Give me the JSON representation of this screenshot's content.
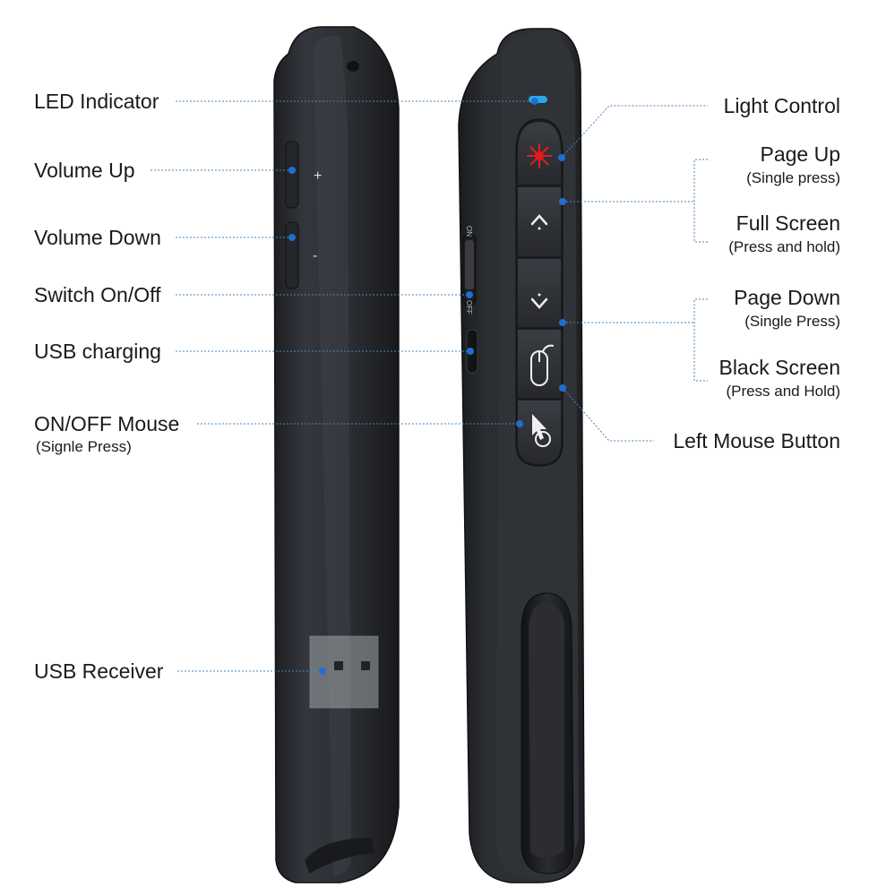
{
  "left_device": {
    "labels": {
      "led_indicator": "LED Indicator",
      "volume_up": "Volume Up",
      "volume_down": "Volume Down",
      "switch": "Switch On/Off",
      "usb_charging": "USB charging",
      "onoff_mouse": "ON/OFF Mouse",
      "onoff_mouse_note": "(Signle Press)",
      "usb_receiver": "USB Receiver"
    },
    "button_marks": {
      "plus": "+",
      "minus": "-"
    },
    "switch_marks": {
      "on": "ON",
      "off": "OFF"
    }
  },
  "right_device": {
    "labels": {
      "light_control": "Light Control",
      "page_up": "Page Up",
      "page_up_note": "(Single press)",
      "full_screen": "Full Screen",
      "full_screen_note": "(Press and hold)",
      "page_down": "Page Down",
      "page_down_note": "(Single Press)",
      "black_screen": "Black Screen",
      "black_screen_note": "(Press and Hold)",
      "left_mouse": "Left Mouse Button"
    }
  },
  "colors": {
    "device_body": "#2c2f34",
    "device_edge": "#1b1d21",
    "callout_line": "#4a86b8",
    "callout_dot": "#1e6fd0",
    "led": "#29a8e8",
    "laser": "#e41b1b"
  },
  "icons": [
    "laser-star-icon",
    "chevron-up-icon",
    "chevron-down-icon",
    "mouse-icon",
    "cursor-icon",
    "usb-plug-icon"
  ]
}
